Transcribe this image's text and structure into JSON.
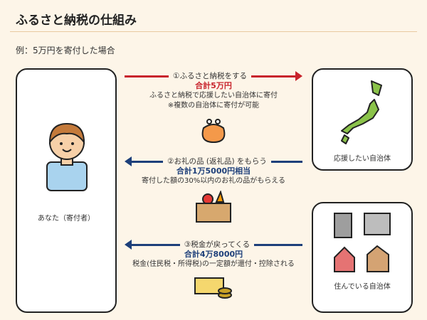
{
  "title": "ふるさと納税の仕組み",
  "example": "例：5万円を寄付した場合",
  "you_label": "あなた（寄付者）",
  "muni_support_label": "応援したい自治体",
  "muni_home_label": "住んでいる自治体",
  "colors": {
    "red": "#c8232c",
    "blue": "#1d3f7a",
    "bg": "#fdf5e8"
  },
  "steps": [
    {
      "label": "①ふるさと納税をする",
      "amount": "合計5万円",
      "desc": [
        "ふるさと納税で応援したい自治体に寄付",
        "※複数の自治体に寄付が可能"
      ]
    },
    {
      "label": "②お礼の品 (返礼品) をもらう",
      "amount": "合計1万5000円相当",
      "desc": [
        "寄付した額の30%以内のお礼の品がもらえる"
      ]
    },
    {
      "label": "③税金が戻ってくる",
      "amount": "合計4万8000円",
      "desc": [
        "税金(住民税・所得税)の一定額が還付・控除される"
      ]
    }
  ]
}
